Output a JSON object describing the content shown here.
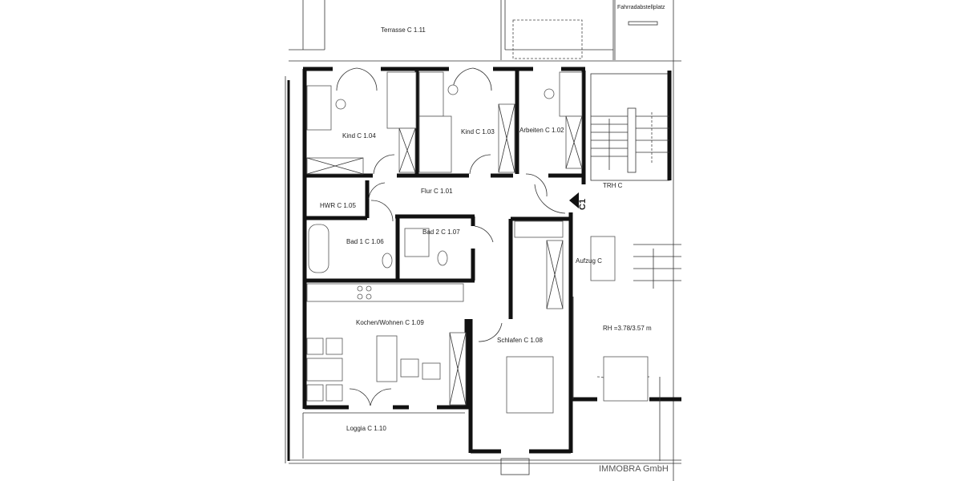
{
  "plan": {
    "rooms": {
      "terrace": "Terrasse C 1.11",
      "bike_parking": "Fahrradabstellplatz",
      "child_1": "Kind C 1.04",
      "child_2": "Kind C 1.03",
      "office": "Arbeiten C 1.02",
      "stairwell": "TRH C",
      "hallway": "Flur C 1.01",
      "utility": "HWR C 1.05",
      "bath_1": "Bad 1 C 1.06",
      "bath_2": "Bad 2 C 1.07",
      "elevator": "Aufzug C",
      "kitchen_living": "Kochen/Wohnen C 1.09",
      "bedroom": "Schlafen C 1.08",
      "room_height": "RH =3.78/3.57 m",
      "loggia": "Loggia C 1.10"
    },
    "entrance_marker": "C1",
    "company": "IMMOBRA GmbH"
  }
}
